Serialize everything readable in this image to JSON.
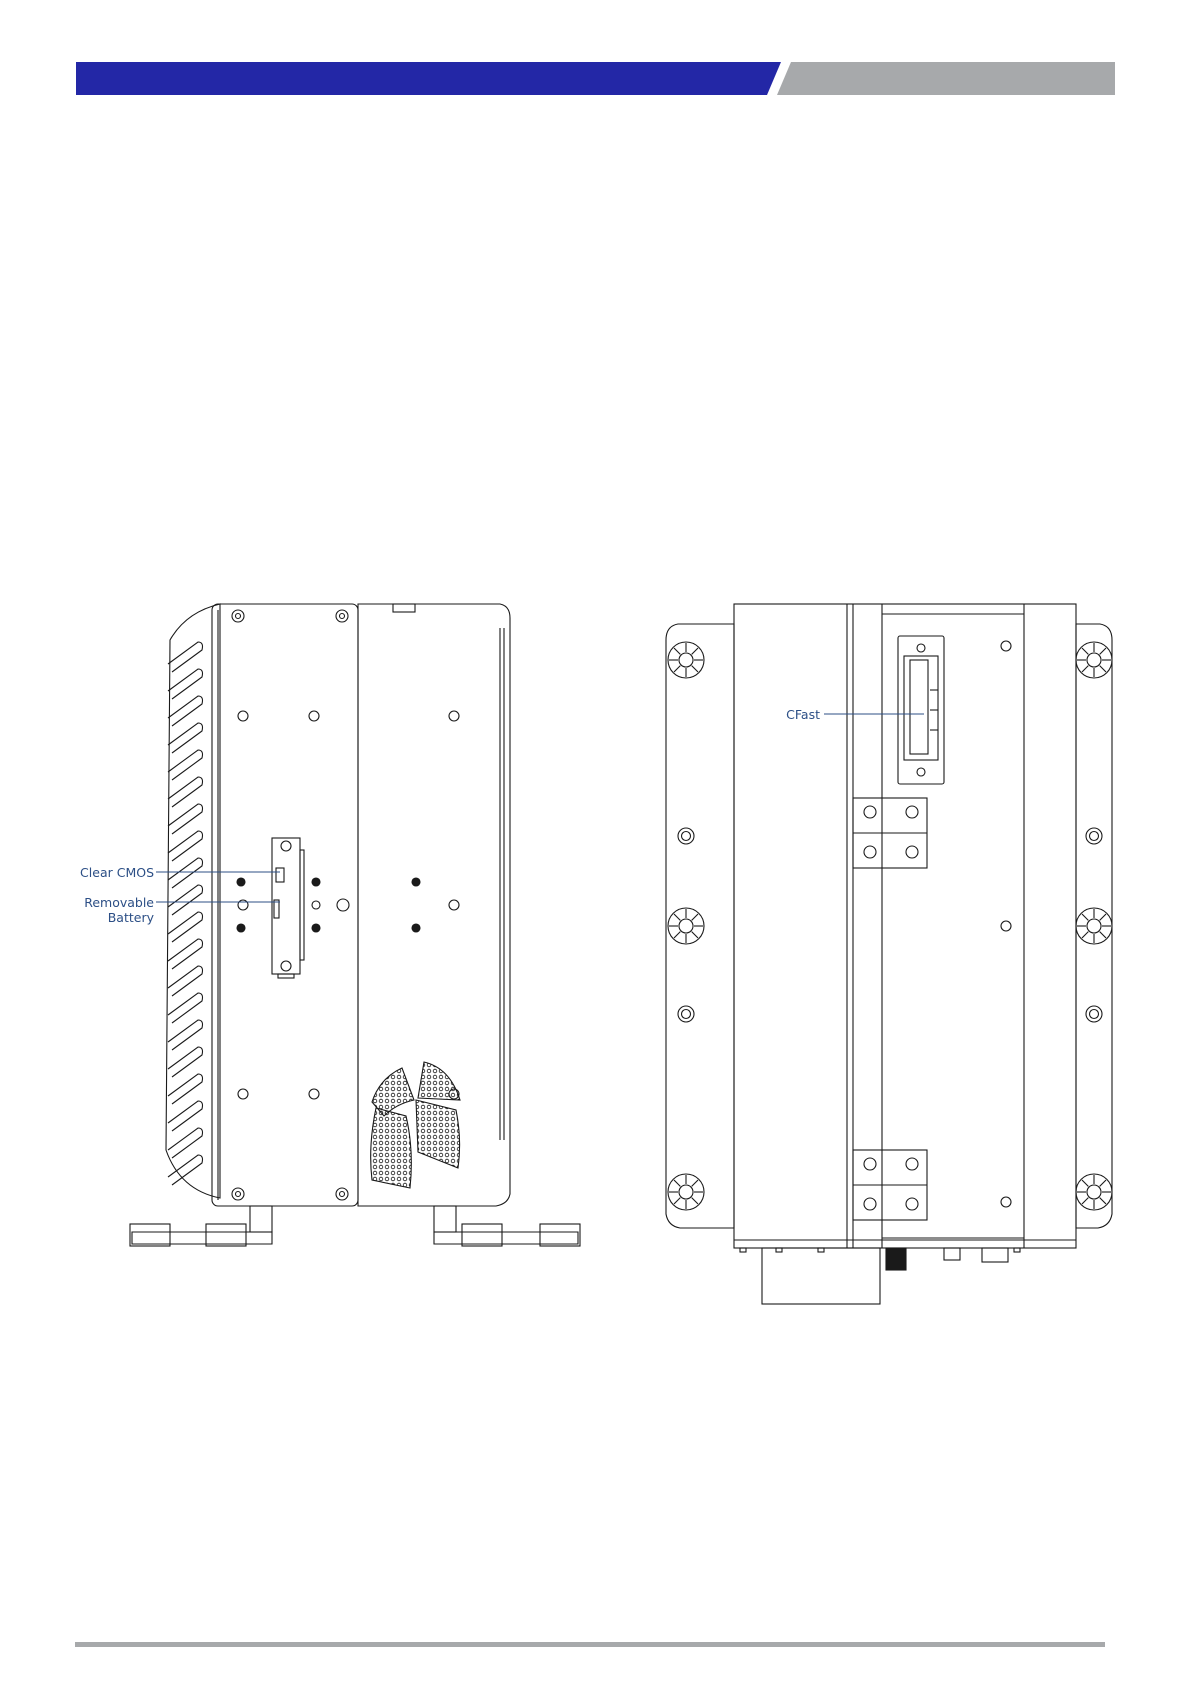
{
  "header": {
    "primary_color": "#2327a6",
    "secondary_color": "#a7a9ab"
  },
  "left_view": {
    "callouts": {
      "clear_cmos": "Clear CMOS",
      "battery_line1": "Removable",
      "battery_line2": "Battery"
    }
  },
  "right_view": {
    "callouts": {
      "cfast": "CFast"
    }
  },
  "colors": {
    "callout": "#2c4f86",
    "line_art": "#1a1a1a"
  }
}
